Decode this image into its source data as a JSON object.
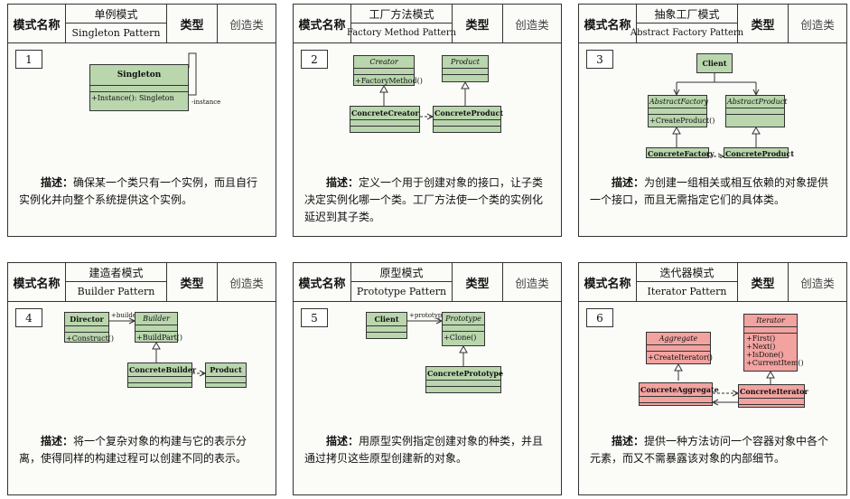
{
  "header_labels": {
    "pattern_name": "模式名称",
    "type": "类型"
  },
  "description_label": "描述：",
  "colors": {
    "class_green": "#b9d6ad",
    "class_red": "#f2a3a0",
    "border": "#333333"
  },
  "patterns": [
    {
      "number": "1",
      "name_zh": "单例模式",
      "name_en": "Singleton Pattern",
      "category": "创造类",
      "description": "确保某一个类只有一个实例，而且自行实例化并向整个系统提供这个实例。",
      "classes": {
        "singleton": "Singleton",
        "singleton_method": "+Instance(): Singleton",
        "instance_label": "-instance"
      }
    },
    {
      "number": "2",
      "name_zh": "工厂方法模式",
      "name_en": "Factory Method Pattern",
      "category": "创造类",
      "description": "定义一个用于创建对象的接口，让子类决定实例化哪一个类。工厂方法使一个类的实例化延迟到其子类。",
      "classes": {
        "creator": "Creator",
        "creator_method": "+FactoryMethod()",
        "product": "Product",
        "concrete_creator": "ConcreteCreator",
        "concrete_product": "ConcreteProduct"
      }
    },
    {
      "number": "3",
      "name_zh": "抽象工厂模式",
      "name_en": "Abstract Factory Pattern",
      "category": "创造类",
      "description": "为创建一组相关或相互依赖的对象提供一个接口，而且无需指定它们的具体类。",
      "classes": {
        "client": "Client",
        "abstract_factory": "AbstractFactory",
        "af_method": "+CreateProduct()",
        "abstract_product": "AbstractProduct",
        "concrete_factory": "ConcreteFactory",
        "concrete_product": "ConcreteProduct"
      }
    },
    {
      "number": "4",
      "name_zh": "建造者模式",
      "name_en": "Builder Pattern",
      "category": "创造类",
      "description": "将一个复杂对象的构建与它的表示分离，使得同样的构建过程可以创建不同的表示。",
      "classes": {
        "director": "Director",
        "director_method": "+Construct()",
        "builder_label": "+builder",
        "builder": "Builder",
        "builder_method": "+BuildPart()",
        "concrete_builder": "ConcreteBuilder",
        "product": "Product"
      }
    },
    {
      "number": "5",
      "name_zh": "原型模式",
      "name_en": "Prototype Pattern",
      "category": "创造类",
      "description": "用原型实例指定创建对象的种类，并且通过拷贝这些原型创建新的对象。",
      "classes": {
        "client": "Client",
        "prototype_label": "+prototype",
        "prototype": "Prototype",
        "prototype_method": "+Clone()",
        "concrete_prototype": "ConcretePrototype"
      }
    },
    {
      "number": "6",
      "name_zh": "迭代器模式",
      "name_en": "Iterator Pattern",
      "category": "创造类",
      "description": "提供一种方法访问一个容器对象中各个元素，而又不需暴露该对象的内部细节。",
      "classes": {
        "iterator": "Iterator",
        "it_m1": "+First()",
        "it_m2": "+Next()",
        "it_m3": "+IsDone()",
        "it_m4": "+CurrentItem()",
        "aggregate": "Aggregate",
        "ag_method": "+CreateIterator()",
        "concrete_aggregate": "ConcreteAggregate",
        "concrete_iterator": "ConcreteIterator"
      }
    }
  ]
}
